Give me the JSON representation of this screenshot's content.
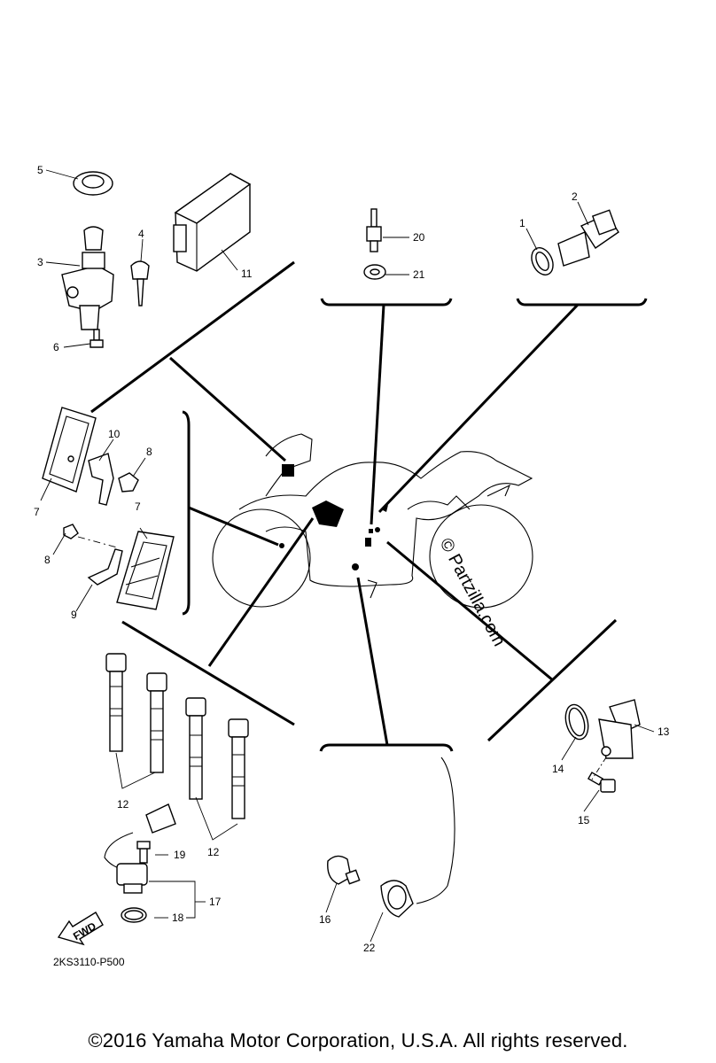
{
  "labels": {
    "l1": "1",
    "l2": "2",
    "l3": "3",
    "l4": "4",
    "l5": "5",
    "l6": "6",
    "l7a": "7",
    "l7b": "7",
    "l8a": "8",
    "l8b": "8",
    "l9": "9",
    "l10": "10",
    "l11": "11",
    "l12a": "12",
    "l12b": "12",
    "l13": "13",
    "l14": "14",
    "l15": "15",
    "l16": "16",
    "l17": "17",
    "l18": "18",
    "l19": "19",
    "l20": "20",
    "l21": "21",
    "l22": "22"
  },
  "fwd_label": "FWD",
  "diagram_code": "2KS3110-P500",
  "watermark": "© Partzilla.com",
  "copyright": "©2016 Yamaha Motor Corporation, U.S.A. All rights reserved."
}
